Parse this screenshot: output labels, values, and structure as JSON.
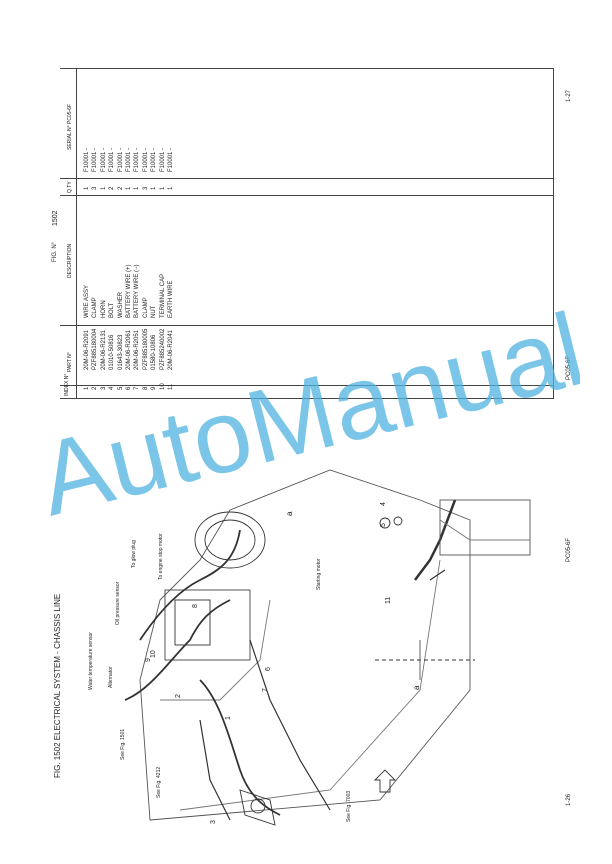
{
  "left_page": {
    "figure_title": "FIG. 1502   ELECTRICAL SYSTEM - CHASSIS LINE",
    "page_number": "1-26",
    "model": "PC05-6F",
    "labels": {
      "water_temp": "Water temperature sensor",
      "alternator": "Alternator",
      "oil_pressure": "Oil pressure sensor",
      "glow_plug": "To glow plug",
      "stop_motor": "To engine stop motor",
      "starting_motor": "Starting motor",
      "see_1501": "See Fig. 1501",
      "see_4212": "See Fig. 4212",
      "see_7003": "See Fig. 7003"
    },
    "callouts": [
      "1",
      "2",
      "3",
      "4",
      "5",
      "6",
      "7",
      "8",
      "9",
      "10",
      "11",
      "a"
    ]
  },
  "right_page": {
    "fig_label": "FIG. N°",
    "fig_number": "1502",
    "page_number": "1-27",
    "model": "PC05-6F",
    "headers": {
      "index": "INDEX N°",
      "part": "PART N°",
      "description": "DESCRIPTION",
      "qty": "Q.TY",
      "serial": "SERIAL N°  PC05-6F"
    },
    "rows": [
      {
        "index": "1",
        "part": "20M-06-R2091",
        "desc": "WIRE ASSY",
        "qty": "1",
        "serial": "F10001 -"
      },
      {
        "index": "2",
        "part": "PZF885180004",
        "desc": "CLAMP",
        "qty": "3",
        "serial": "F10001 -"
      },
      {
        "index": "3",
        "part": "20M-06-R2131",
        "desc": "HORN",
        "qty": "1",
        "serial": "F10001 -"
      },
      {
        "index": "4",
        "part": "01010-50816",
        "desc": "BOLT",
        "qty": "2",
        "serial": "F10001 -"
      },
      {
        "index": "5",
        "part": "01643-30823",
        "desc": "WASHER",
        "qty": "2",
        "serial": "F10001 -"
      },
      {
        "index": "6",
        "part": "20M-06-R2061",
        "desc": "BATTERY WIRE (+)",
        "qty": "1",
        "serial": "F10001 -"
      },
      {
        "index": "7",
        "part": "20M-06-R2051",
        "desc": "BATTERY WIRE (−)",
        "qty": "1",
        "serial": "F10001 -"
      },
      {
        "index": "8",
        "part": "PZF885180005",
        "desc": "CLAMP",
        "qty": "3",
        "serial": "F10001 -"
      },
      {
        "index": "9",
        "part": "01580-10806",
        "desc": "NUT",
        "qty": "1",
        "serial": "F10001 -"
      },
      {
        "index": "10",
        "part": "PZF885240002",
        "desc": "TERMINAL CAP",
        "qty": "1",
        "serial": "F10001 -"
      },
      {
        "index": "11",
        "part": "20M-06-R2041",
        "desc": "EARTH WIRE",
        "qty": "1",
        "serial": "F10001 -"
      }
    ]
  },
  "watermark": "AutoManual",
  "colors": {
    "watermark": "#4fb3e0",
    "ink": "#222222"
  }
}
